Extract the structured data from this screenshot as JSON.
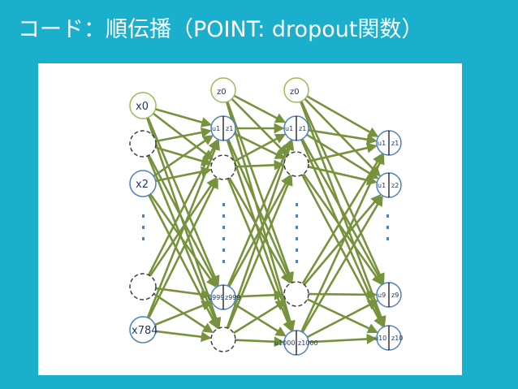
{
  "title": "コード：順伝播（POINT: dropout関数）",
  "colors": {
    "background": "#1aafcc",
    "panel": "#ffffff",
    "edge": "#76923c",
    "node_border": "#4f81bd",
    "dropped_border": "#404040",
    "ellipsis": "#4f81bd"
  },
  "labels": {
    "x0": "x0",
    "x2": "x2",
    "x784": "x784",
    "bias1": "z0",
    "bias2": "z0",
    "h1_top_u": "u1",
    "h1_top_z": "z1",
    "h1_bot_u": "u999",
    "h1_bot_z": "z999",
    "h2_top_u": "u1",
    "h2_top_z": "z1",
    "h2_bot_u": "u1000",
    "h2_bot_z": "z1000",
    "o1_u": "u1",
    "o1_z": "z1",
    "o2_u": "u1",
    "o2_z": "z2",
    "o9_u": "u9",
    "o9_z": "z9",
    "o10_u": "u10",
    "o10_z": "z10"
  }
}
